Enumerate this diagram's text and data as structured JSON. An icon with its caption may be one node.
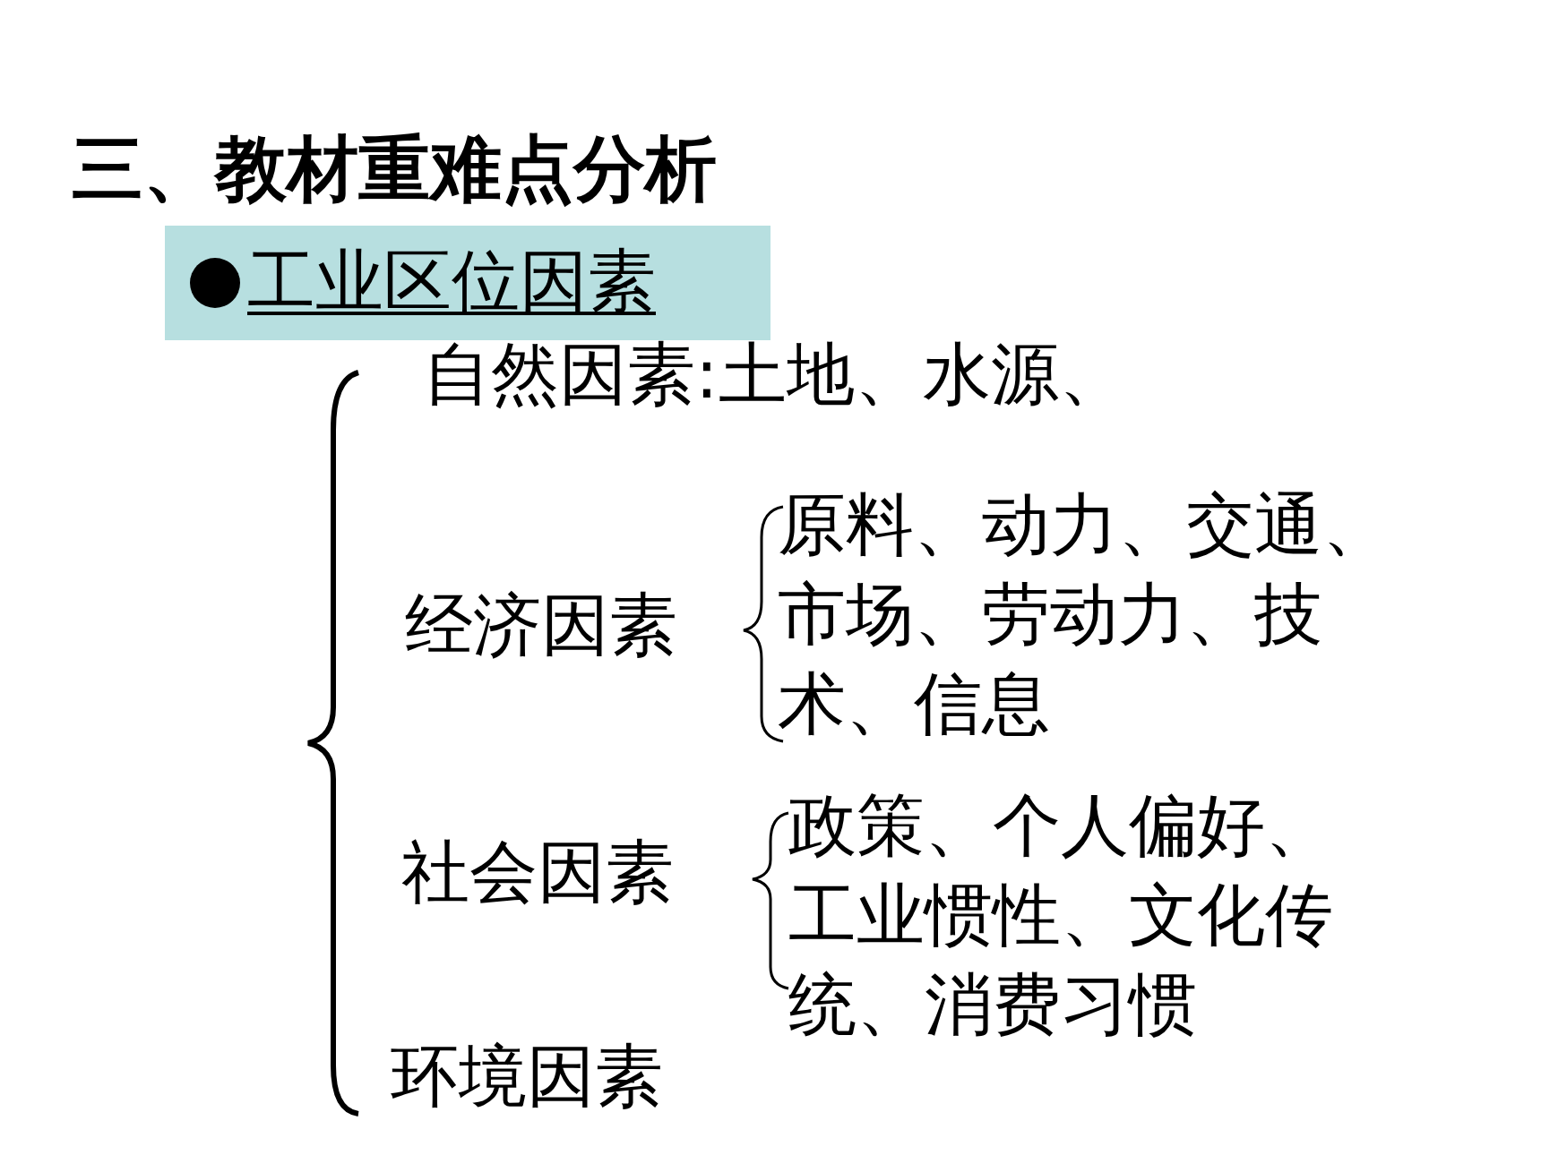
{
  "diagram": {
    "title": "三、教材重难点分析",
    "nodes": [
      {
        "text": [
          "工业区位因素"
        ]
      }
    ],
    "labels": [
      "自然因素:土地、水源、",
      "经济因素",
      "原料、动力、交通、市场、劳动力、技术、信息",
      "社会因素",
      "政策、个人偏好、工业惯性、文化传统、消费习惯",
      "环境因素"
    ]
  }
}
